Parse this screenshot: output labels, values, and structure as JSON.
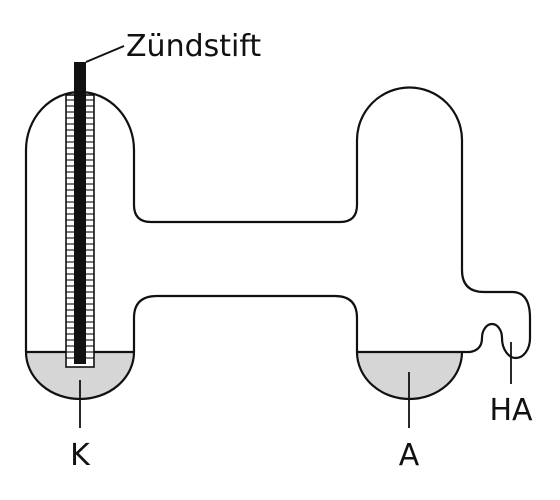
{
  "labels": {
    "igniter": "Zündstift",
    "cathode": "K",
    "anode": "A",
    "auxiliary_anode": "HA"
  },
  "colors": {
    "outline": "#111111",
    "mercury_pool": "#d6d6d6",
    "igniter_rod": "#111111",
    "background": "#ffffff"
  }
}
